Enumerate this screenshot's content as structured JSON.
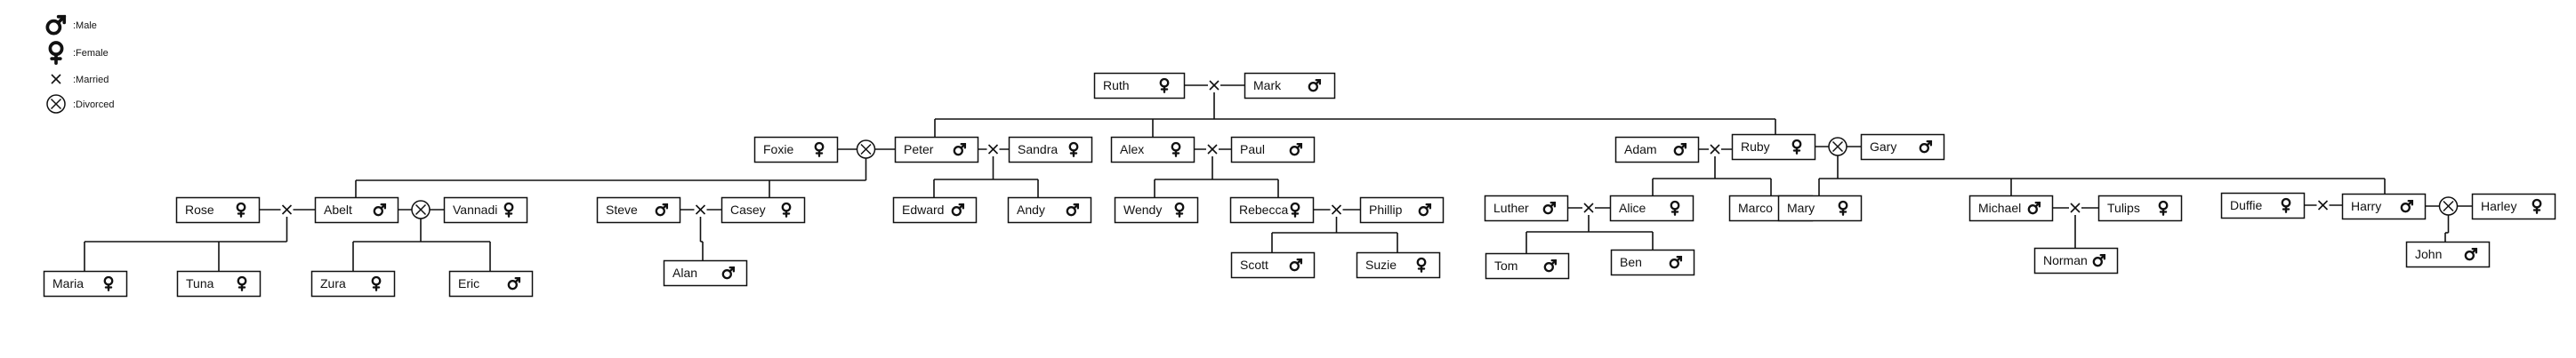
{
  "legend": [
    {
      "symbol": "male",
      "label": ":Male"
    },
    {
      "symbol": "female",
      "label": ":Female"
    },
    {
      "symbol": "married",
      "label": ":Married"
    },
    {
      "symbol": "divorced",
      "label": ":Divorced"
    }
  ],
  "people": [
    {
      "id": "ruth",
      "name": "Ruth",
      "gender": "female"
    },
    {
      "id": "mark",
      "name": "Mark",
      "gender": "male"
    },
    {
      "id": "foxie",
      "name": "Foxie",
      "gender": "female"
    },
    {
      "id": "peter",
      "name": "Peter",
      "gender": "male"
    },
    {
      "id": "sandra",
      "name": "Sandra",
      "gender": "female"
    },
    {
      "id": "alex",
      "name": "Alex",
      "gender": "female"
    },
    {
      "id": "paul",
      "name": "Paul",
      "gender": "male"
    },
    {
      "id": "adam",
      "name": "Adam",
      "gender": "male"
    },
    {
      "id": "ruby",
      "name": "Ruby",
      "gender": "female"
    },
    {
      "id": "gary",
      "name": "Gary",
      "gender": "male"
    },
    {
      "id": "rose",
      "name": "Rose",
      "gender": "female"
    },
    {
      "id": "abelt",
      "name": "Abelt",
      "gender": "male"
    },
    {
      "id": "vannadi",
      "name": "Vannadi",
      "gender": "female"
    },
    {
      "id": "steve",
      "name": "Steve",
      "gender": "male"
    },
    {
      "id": "casey",
      "name": "Casey",
      "gender": "female"
    },
    {
      "id": "edward",
      "name": "Edward",
      "gender": "male"
    },
    {
      "id": "andy",
      "name": "Andy",
      "gender": "male"
    },
    {
      "id": "wendy",
      "name": "Wendy",
      "gender": "female"
    },
    {
      "id": "rebecca",
      "name": "Rebecca",
      "gender": "female"
    },
    {
      "id": "phillip",
      "name": "Phillip",
      "gender": "male"
    },
    {
      "id": "luther",
      "name": "Luther",
      "gender": "male"
    },
    {
      "id": "alice",
      "name": "Alice",
      "gender": "female"
    },
    {
      "id": "marco",
      "name": "Marco",
      "gender": "male"
    },
    {
      "id": "mary",
      "name": "Mary",
      "gender": "female"
    },
    {
      "id": "michael",
      "name": "Michael",
      "gender": "male"
    },
    {
      "id": "tulips",
      "name": "Tulips",
      "gender": "female"
    },
    {
      "id": "duffie",
      "name": "Duffie",
      "gender": "female"
    },
    {
      "id": "harry",
      "name": "Harry",
      "gender": "male"
    },
    {
      "id": "harley",
      "name": "Harley",
      "gender": "female"
    },
    {
      "id": "maria",
      "name": "Maria",
      "gender": "female"
    },
    {
      "id": "tuna",
      "name": "Tuna",
      "gender": "female"
    },
    {
      "id": "zura",
      "name": "Zura",
      "gender": "female"
    },
    {
      "id": "eric",
      "name": "Eric",
      "gender": "male"
    },
    {
      "id": "alan",
      "name": "Alan",
      "gender": "male"
    },
    {
      "id": "scott",
      "name": "Scott",
      "gender": "male"
    },
    {
      "id": "suzie",
      "name": "Suzie",
      "gender": "female"
    },
    {
      "id": "tom",
      "name": "Tom",
      "gender": "male"
    },
    {
      "id": "ben",
      "name": "Ben",
      "gender": "male"
    },
    {
      "id": "norman",
      "name": "Norman",
      "gender": "male"
    },
    {
      "id": "john",
      "name": "John",
      "gender": "male"
    }
  ],
  "unions": [
    {
      "id": "u_ruth_mark",
      "partners": [
        "ruth",
        "mark"
      ],
      "type": "married",
      "children": [
        "peter",
        "paul",
        "ruby"
      ]
    },
    {
      "id": "u_foxie_peter",
      "partners": [
        "foxie",
        "peter"
      ],
      "type": "divorced",
      "children": [
        "abelt",
        "casey"
      ]
    },
    {
      "id": "u_peter_sandra",
      "partners": [
        "peter",
        "sandra"
      ],
      "type": "married",
      "children": [
        "edward",
        "andy"
      ]
    },
    {
      "id": "u_alex_paul",
      "partners": [
        "alex",
        "paul"
      ],
      "type": "married",
      "children": [
        "wendy",
        "rebecca"
      ]
    },
    {
      "id": "u_adam_ruby",
      "partners": [
        "adam",
        "ruby"
      ],
      "type": "married",
      "children": [
        "alice",
        "marco"
      ]
    },
    {
      "id": "u_ruby_gary",
      "partners": [
        "ruby",
        "gary"
      ],
      "type": "divorced",
      "children": [
        "mary",
        "michael",
        "harry"
      ]
    },
    {
      "id": "u_rose_abelt",
      "partners": [
        "rose",
        "abelt"
      ],
      "type": "married",
      "children": [
        "maria",
        "tuna"
      ]
    },
    {
      "id": "u_abelt_vannadi",
      "partners": [
        "abelt",
        "vannadi"
      ],
      "type": "divorced",
      "children": [
        "zura",
        "eric"
      ]
    },
    {
      "id": "u_steve_casey",
      "partners": [
        "steve",
        "casey"
      ],
      "type": "married",
      "children": [
        "alan"
      ]
    },
    {
      "id": "u_rebecca_phillip",
      "partners": [
        "rebecca",
        "phillip"
      ],
      "type": "married",
      "children": [
        "scott",
        "suzie"
      ]
    },
    {
      "id": "u_luther_alice",
      "partners": [
        "luther",
        "alice"
      ],
      "type": "married",
      "children": [
        "tom",
        "ben"
      ]
    },
    {
      "id": "u_michael_tulips",
      "partners": [
        "michael",
        "tulips"
      ],
      "type": "married",
      "children": [
        "norman"
      ]
    },
    {
      "id": "u_duffie_harry",
      "partners": [
        "duffie",
        "harry"
      ],
      "type": "married",
      "children": []
    },
    {
      "id": "u_harry_harley",
      "partners": [
        "harry",
        "harley"
      ],
      "type": "divorced",
      "children": [
        "john"
      ]
    }
  ],
  "colors": {
    "line": "#111111",
    "box_fill": "#ffffff",
    "background": "#ffffff"
  }
}
